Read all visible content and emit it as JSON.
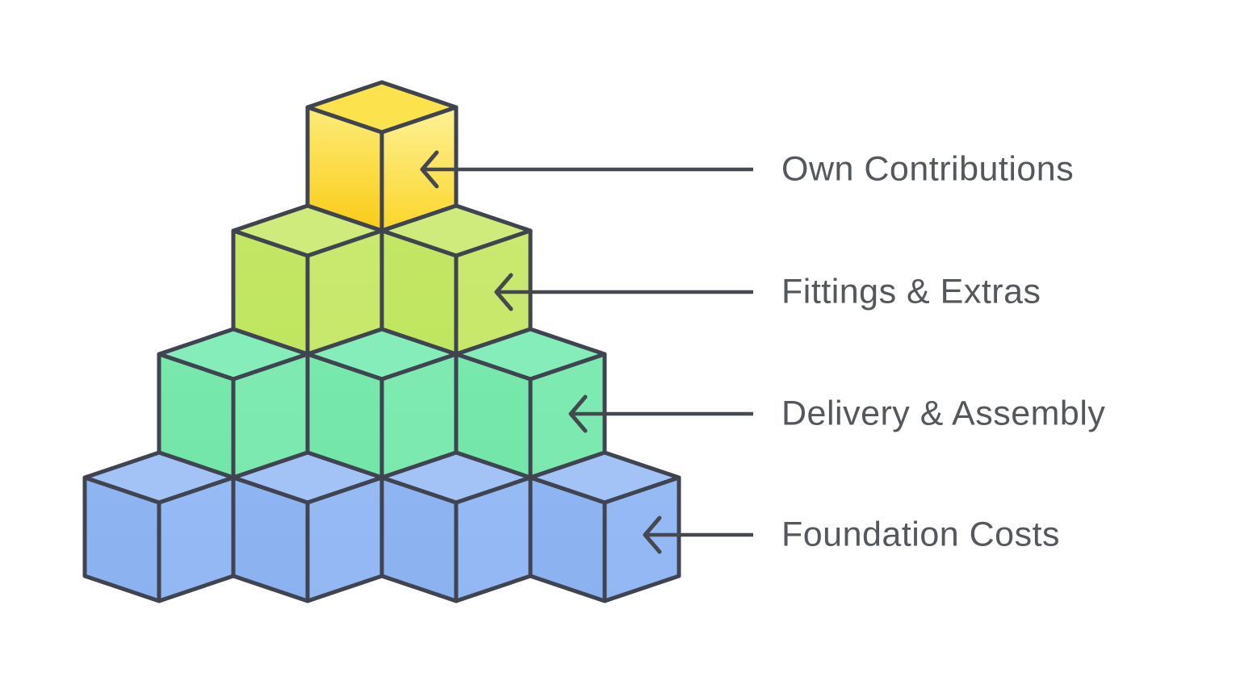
{
  "canvas": {
    "background": "#FFFFFF"
  },
  "diagram": {
    "type": "isometric-cube-pyramid",
    "stroke_color": "#3F4450",
    "connector_color": "#45494F",
    "label_color": "#54585C",
    "layers": [
      {
        "id": "own-contributions",
        "label": "Own Contributions",
        "cubes": 1,
        "colors": {
          "top": "#FCE24D",
          "left": [
            "#FCEC79",
            "#FBCB16"
          ],
          "right": [
            "#FDF195",
            "#FCD62B"
          ]
        }
      },
      {
        "id": "fittings-extras",
        "label": "Fittings & Extras",
        "cubes": 2,
        "colors": {
          "top": "#CEEB7C",
          "left": [
            "#C3E765",
            "#C0E55F"
          ],
          "right": [
            "#C9E96F",
            "#C7E86B"
          ]
        }
      },
      {
        "id": "delivery-assembly",
        "label": "Delivery & Assembly",
        "cubes": 3,
        "colors": {
          "top": "#85EDBA",
          "left": [
            "#78E8AD",
            "#74E6A9"
          ],
          "right": [
            "#7EEAB2",
            "#7BE9AF"
          ]
        }
      },
      {
        "id": "foundation-costs",
        "label": "Foundation Costs",
        "cubes": 4,
        "colors": {
          "top": "#A3C3F7",
          "left": [
            "#8EB4F1",
            "#8BB1F0"
          ],
          "right": [
            "#96BAF4",
            "#93B7F3"
          ]
        }
      }
    ]
  }
}
